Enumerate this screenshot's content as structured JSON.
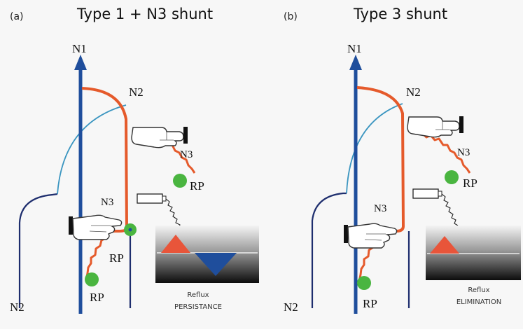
{
  "panels": [
    {
      "tag": "(a)",
      "title": "Type 1 + N3 shunt",
      "labels": {
        "n1": "N1",
        "n2_top": "N2",
        "n3_right": "N3",
        "rp_right": "RP",
        "n3_left": "N3",
        "rp_mid": "RP",
        "rp_bottom": "RP",
        "n2_bottom": "N2"
      },
      "caption_line1": "Reflux",
      "caption_line2": "PERSISTANCE"
    },
    {
      "tag": "(b)",
      "title": "Type 3 shunt",
      "labels": {
        "n1": "N1",
        "n2_top": "N2",
        "n3_right": "N3",
        "rp_right": "RP",
        "n3_left": "N3",
        "rp_bottom": "RP",
        "n2_bottom": "N2"
      },
      "caption_line1": "Reflux",
      "caption_line2": "ELIMINATION"
    }
  ],
  "colors": {
    "deep_vein": "#1f4e9c",
    "great_saphenous": "#3a95c0",
    "shunt": "#e55a2b",
    "perforator": "#4ab540",
    "reflux_triangle": "#e8553a",
    "antegrade_triangle": "#1f4e9c",
    "outline_vein": "#1e2e6e"
  },
  "icons": [
    "hand-compression-icon",
    "doppler-probe-icon",
    "doppler-waveform-icon"
  ]
}
